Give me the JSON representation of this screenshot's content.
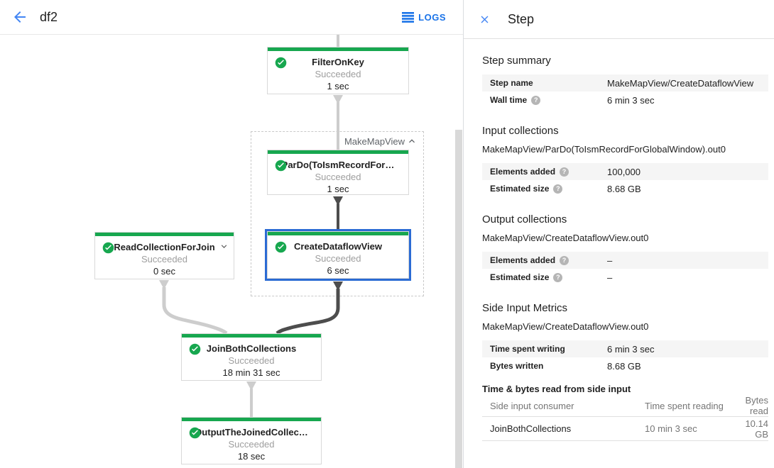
{
  "colors": {
    "green": "#17a74f",
    "blue": "#1a73e8",
    "selection": "#2b6bd4",
    "edge-light": "#cdcdcd",
    "edge-dark": "#4d4d4d"
  },
  "header": {
    "title": "df2",
    "logs_label": "LOGS"
  },
  "graph": {
    "group_label": "MakeMapView",
    "nodes": [
      {
        "title": "FilterOnKey",
        "status": "Succeeded",
        "time": "1 sec"
      },
      {
        "title": "ParDo(ToIsmRecordFor…",
        "status": "Succeeded",
        "time": "1 sec"
      },
      {
        "title": "CreateDataflowView",
        "status": "Succeeded",
        "time": "6 sec"
      },
      {
        "title": "ReadCollectionForJoin",
        "status": "Succeeded",
        "time": "0 sec"
      },
      {
        "title": "JoinBothCollections",
        "status": "Succeeded",
        "time": "18 min 31 sec"
      },
      {
        "title": "OutputTheJoinedCollec…",
        "status": "Succeeded",
        "time": "18 sec"
      }
    ]
  },
  "panel": {
    "title": "Step",
    "step_summary": {
      "heading": "Step summary",
      "rows": [
        {
          "label": "Step name",
          "value": "MakeMapView/CreateDataflowView"
        },
        {
          "label": "Wall time",
          "value": "6 min 3 sec"
        }
      ]
    },
    "input_collections": {
      "heading": "Input collections",
      "collection": "MakeMapView/ParDo(ToIsmRecordForGlobalWindow).out0",
      "rows": [
        {
          "label": "Elements added",
          "value": "100,000"
        },
        {
          "label": "Estimated size",
          "value": "8.68 GB"
        }
      ]
    },
    "output_collections": {
      "heading": "Output collections",
      "collection": "MakeMapView/CreateDataflowView.out0",
      "rows": [
        {
          "label": "Elements added",
          "value": "–"
        },
        {
          "label": "Estimated size",
          "value": "–"
        }
      ]
    },
    "side_input_metrics": {
      "heading": "Side Input Metrics",
      "collection": "MakeMapView/CreateDataflowView.out0",
      "rows": [
        {
          "label": "Time spent writing",
          "value": "6 min 3 sec"
        },
        {
          "label": "Bytes written",
          "value": "8.68 GB"
        }
      ]
    },
    "side_input_table": {
      "heading": "Time & bytes read from side input",
      "columns": [
        "Side input consumer",
        "Time spent reading",
        "Bytes read"
      ],
      "rows": [
        [
          "JoinBothCollections",
          "10 min 3 sec",
          "10.14 GB"
        ]
      ]
    }
  }
}
